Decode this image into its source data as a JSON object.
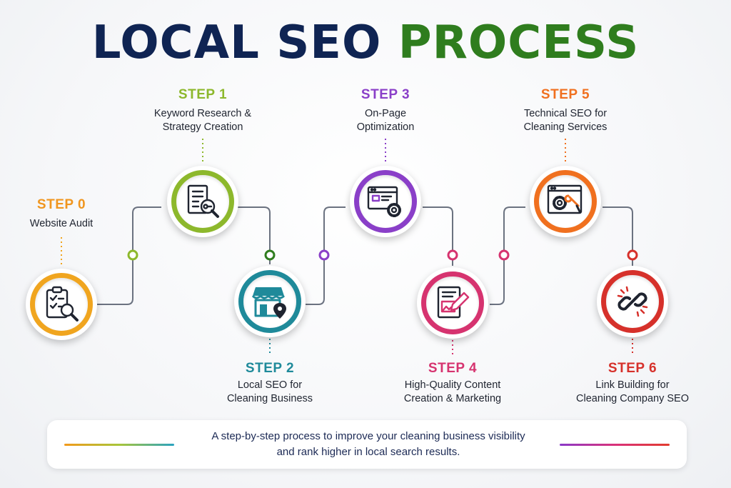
{
  "title": {
    "part1": "LOCAL SEO",
    "part2": "PROCESS"
  },
  "steps": [
    {
      "label": "STEP 0",
      "lines": [
        "Website Audit"
      ],
      "color": "#f0a51f",
      "icon": "clipboard-magnifier-icon"
    },
    {
      "label": "STEP 1",
      "lines": [
        "Keyword Research &",
        "Strategy Creation"
      ],
      "color": "#8db82c",
      "icon": "document-key-search-icon"
    },
    {
      "label": "STEP 2",
      "lines": [
        "Local SEO for",
        "Cleaning Business"
      ],
      "color": "#1f8a9a",
      "icon": "storefront-location-icon"
    },
    {
      "label": "STEP 3",
      "lines": [
        "On-Page",
        "Optimization"
      ],
      "color": "#8a3fc8",
      "icon": "browser-gear-icon"
    },
    {
      "label": "STEP 4",
      "lines": [
        "High-Quality Content",
        "Creation & Marketing"
      ],
      "color": "#d6336f",
      "icon": "document-pen-icon"
    },
    {
      "label": "STEP 5",
      "lines": [
        "Technical SEO for",
        "Cleaning Services"
      ],
      "color": "#f0701f",
      "icon": "browser-wrench-gear-icon"
    },
    {
      "label": "STEP 6",
      "lines": [
        "Link Building for",
        "Cleaning Company SEO"
      ],
      "color": "#d6312b",
      "icon": "chain-link-icon"
    }
  ],
  "footer": {
    "line1": "A step-by-step process to improve your cleaning business visibility",
    "line2": "and rank higher in local search results."
  }
}
